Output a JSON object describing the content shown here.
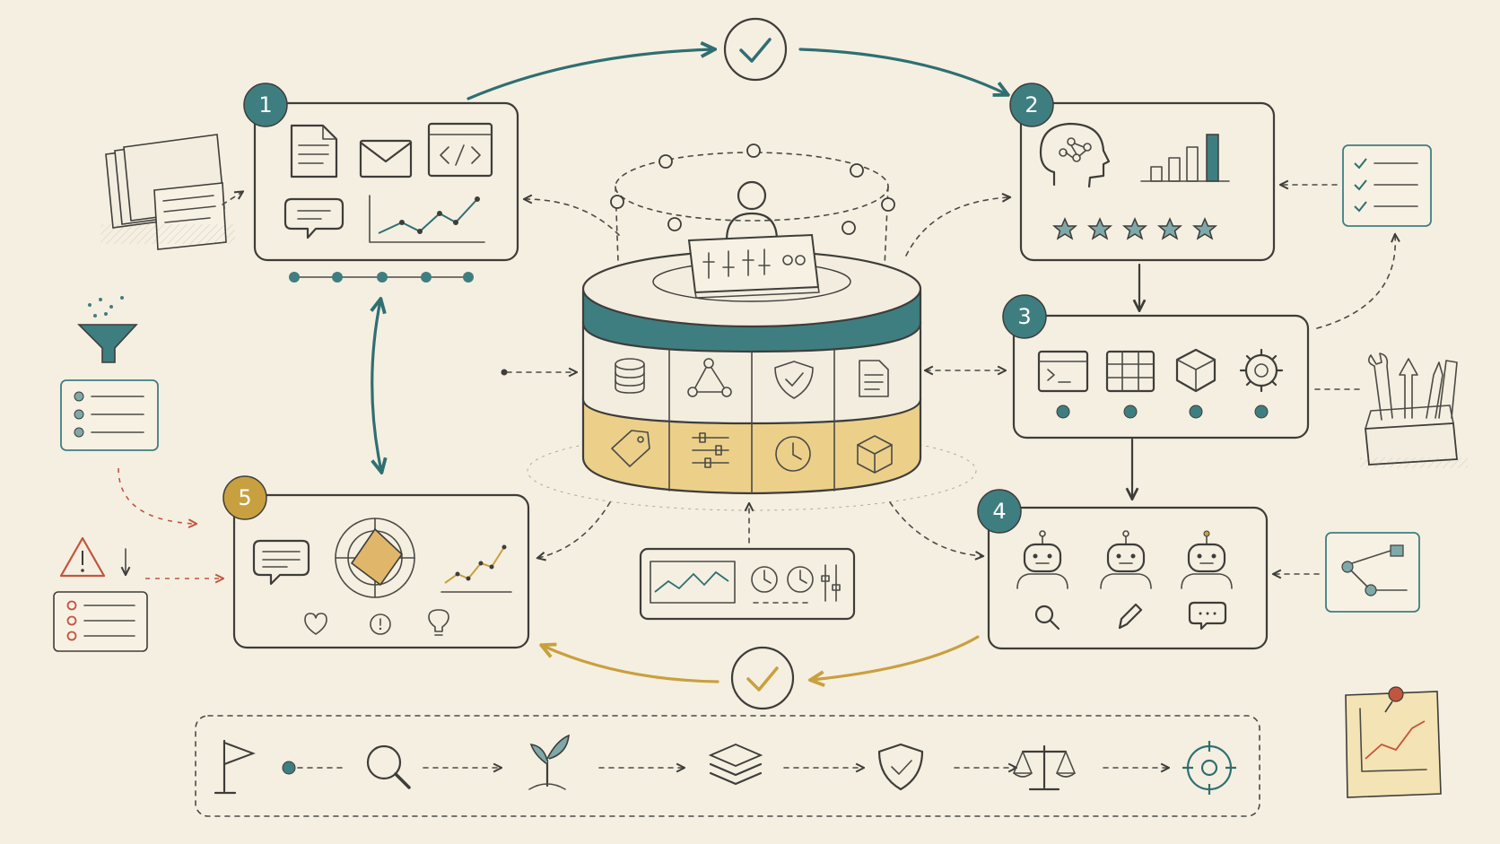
{
  "colors": {
    "background": "#f5efe1",
    "ink": "#3d3d3a",
    "teal": "#3f7e80",
    "teal_dark": "#2f6f72",
    "gold": "#c9a03f",
    "gold_light": "#ecd08a",
    "warning_red": "#c2553e"
  },
  "stages": [
    {
      "badge": "1",
      "icons": [
        "document-icon",
        "envelope-icon",
        "code-icon",
        "chat-bubble-icon",
        "line-chart-icon"
      ]
    },
    {
      "badge": "2",
      "icons": [
        "brain-network-icon",
        "bar-chart-icon",
        "star-rating-icon"
      ]
    },
    {
      "badge": "3",
      "icons": [
        "terminal-icon",
        "table-icon",
        "cube-icon",
        "gear-icon"
      ]
    },
    {
      "badge": "4",
      "icons": [
        "robot-search-icon",
        "robot-edit-icon",
        "robot-chat-icon"
      ]
    },
    {
      "badge": "5",
      "icons": [
        "chat-bubble-icon",
        "radar-chart-icon",
        "line-chart-icon",
        "heart-icon",
        "alert-icon",
        "lightbulb-icon"
      ]
    }
  ],
  "rating": {
    "stars": 5
  },
  "hub": {
    "top_layer_icons": [
      "database-icon",
      "network-icon",
      "shield-check-icon",
      "document-icon"
    ],
    "bottom_layer_icons": [
      "tag-icon",
      "sliders-icon",
      "clock-icon",
      "cube-icon"
    ]
  },
  "timeline": [
    "flag-icon",
    "search-icon",
    "sprout-icon",
    "layers-icon",
    "shield-check-icon",
    "scales-icon",
    "target-icon"
  ]
}
